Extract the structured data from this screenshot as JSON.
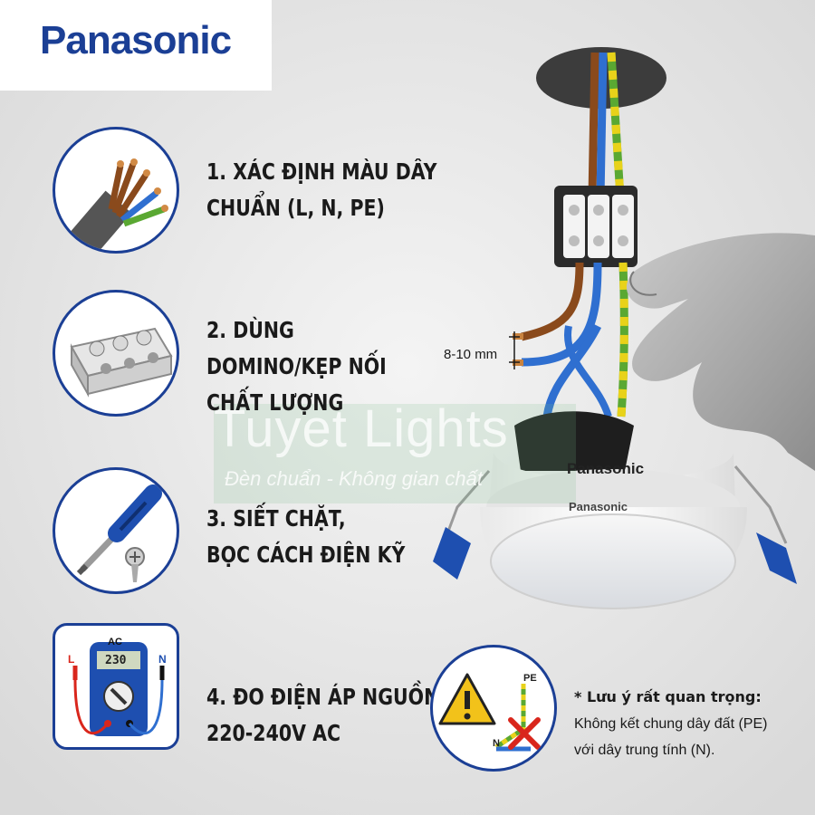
{
  "brand": {
    "logo_text": "Panasonic",
    "color": "#1b3f95"
  },
  "steps": [
    {
      "number": "1.",
      "line1": "1. XÁC ĐỊNH MÀU DÂY",
      "line2": "CHUẨN (L, N, PE)",
      "icon": "cable-wires-icon"
    },
    {
      "number": "2.",
      "line1": "2. DÙNG",
      "line2": "DOMINO/KẸP NỐI",
      "line3": "CHẤT LƯỢNG",
      "icon": "domino-connector-icon"
    },
    {
      "number": "3.",
      "line1": "3. SIẾT CHẶT,",
      "line2": "BỌC CÁCH ĐIỆN KỸ",
      "icon": "screwdriver-icon"
    },
    {
      "number": "4.",
      "line1": "4. ĐO ĐIỆN ÁP NGUỒN:",
      "line2": "220-240V AC",
      "icon": "multimeter-icon"
    }
  ],
  "multimeter": {
    "mode": "AC",
    "reading": "230",
    "left_lead": "L",
    "right_lead": "N"
  },
  "diagram": {
    "strip_length": "8-10 mm",
    "lamp_brand_top": "Panasonic",
    "lamp_brand_bottom": "Panasonic"
  },
  "watermark": {
    "brand": "Tuyet Lights",
    "slogan": "Đèn chuẩn - Không gian chất"
  },
  "note": {
    "icon": "warning-icon",
    "pe_label": "PE",
    "n_label": "N",
    "title": "* Lưu ý rất quan trọng:",
    "line1": "Không kết chung dây đất (PE)",
    "line2": "với dây trung tính (N)."
  },
  "colors": {
    "blue": "#1b3f95",
    "brown": "#8a4a1c",
    "neutral": "#2f6fd0",
    "earth_green": "#5aa832",
    "earth_yellow": "#e8d21a",
    "warning": "#f2c21a",
    "cross": "#d9261c"
  }
}
